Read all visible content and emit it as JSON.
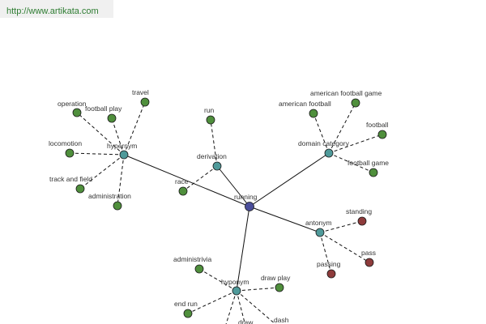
{
  "header": {
    "url": "http://www.artikata.com"
  },
  "colors": {
    "center": "#4a4e9a",
    "relation": "#4f9a9a",
    "term": "#4f8f3c",
    "antonym_term": "#8e3b3b"
  },
  "graph": {
    "nodes": [
      {
        "id": "running",
        "label": "running",
        "kind": "center"
      },
      {
        "id": "hypernym",
        "label": "hypernym",
        "kind": "relation"
      },
      {
        "id": "derivation",
        "label": "derivation",
        "kind": "relation"
      },
      {
        "id": "domain_category",
        "label": "domain category",
        "kind": "relation"
      },
      {
        "id": "antonym",
        "label": "antonym",
        "kind": "relation"
      },
      {
        "id": "hyponym",
        "label": "hyponym",
        "kind": "relation"
      },
      {
        "id": "operation",
        "label": "operation",
        "kind": "term"
      },
      {
        "id": "football_play",
        "label": "football play",
        "kind": "term"
      },
      {
        "id": "travel",
        "label": "travel",
        "kind": "term"
      },
      {
        "id": "locomotion",
        "label": "locomotion",
        "kind": "term"
      },
      {
        "id": "track_and_field",
        "label": "track and field",
        "kind": "term"
      },
      {
        "id": "administration",
        "label": "administration",
        "kind": "term"
      },
      {
        "id": "run",
        "label": "run",
        "kind": "term"
      },
      {
        "id": "race",
        "label": "race",
        "kind": "term"
      },
      {
        "id": "american_football",
        "label": "american football",
        "kind": "term"
      },
      {
        "id": "american_football_game",
        "label": "american football game",
        "kind": "term"
      },
      {
        "id": "football",
        "label": "football",
        "kind": "term"
      },
      {
        "id": "football_game",
        "label": "football game",
        "kind": "term"
      },
      {
        "id": "standing",
        "label": "standing",
        "kind": "antonym_term"
      },
      {
        "id": "pass",
        "label": "pass",
        "kind": "antonym_term"
      },
      {
        "id": "passing",
        "label": "passing",
        "kind": "antonym_term"
      },
      {
        "id": "administrivia",
        "label": "administrivia",
        "kind": "term"
      },
      {
        "id": "draw_play",
        "label": "draw play",
        "kind": "term"
      },
      {
        "id": "end_run",
        "label": "end run",
        "kind": "term"
      },
      {
        "id": "draw",
        "label": "draw",
        "kind": "term"
      },
      {
        "id": "dash",
        "label": "dash",
        "kind": "term"
      },
      {
        "id": "hyponym_extra",
        "label": "",
        "kind": "term"
      }
    ],
    "edges": [
      {
        "from": "running",
        "to": "hypernym",
        "style": "solid"
      },
      {
        "from": "running",
        "to": "derivation",
        "style": "solid"
      },
      {
        "from": "running",
        "to": "domain_category",
        "style": "solid"
      },
      {
        "from": "running",
        "to": "antonym",
        "style": "solid"
      },
      {
        "from": "running",
        "to": "hyponym",
        "style": "solid"
      },
      {
        "from": "hypernym",
        "to": "operation",
        "style": "dashed"
      },
      {
        "from": "hypernym",
        "to": "football_play",
        "style": "dashed"
      },
      {
        "from": "hypernym",
        "to": "travel",
        "style": "dashed"
      },
      {
        "from": "hypernym",
        "to": "locomotion",
        "style": "dashed"
      },
      {
        "from": "hypernym",
        "to": "track_and_field",
        "style": "dashed"
      },
      {
        "from": "hypernym",
        "to": "administration",
        "style": "dashed"
      },
      {
        "from": "derivation",
        "to": "run",
        "style": "dashed"
      },
      {
        "from": "derivation",
        "to": "race",
        "style": "dashed"
      },
      {
        "from": "domain_category",
        "to": "american_football",
        "style": "dashed"
      },
      {
        "from": "domain_category",
        "to": "american_football_game",
        "style": "dashed"
      },
      {
        "from": "domain_category",
        "to": "football",
        "style": "dashed"
      },
      {
        "from": "domain_category",
        "to": "football_game",
        "style": "dashed"
      },
      {
        "from": "antonym",
        "to": "standing",
        "style": "dashed"
      },
      {
        "from": "antonym",
        "to": "pass",
        "style": "dashed"
      },
      {
        "from": "antonym",
        "to": "passing",
        "style": "dashed"
      },
      {
        "from": "hyponym",
        "to": "administrivia",
        "style": "dashed"
      },
      {
        "from": "hyponym",
        "to": "draw_play",
        "style": "dashed"
      },
      {
        "from": "hyponym",
        "to": "end_run",
        "style": "dashed"
      },
      {
        "from": "hyponym",
        "to": "draw",
        "style": "dashed"
      },
      {
        "from": "hyponym",
        "to": "dash",
        "style": "dashed"
      },
      {
        "from": "hyponym",
        "to": "hyponym_extra",
        "style": "dashed"
      }
    ]
  }
}
